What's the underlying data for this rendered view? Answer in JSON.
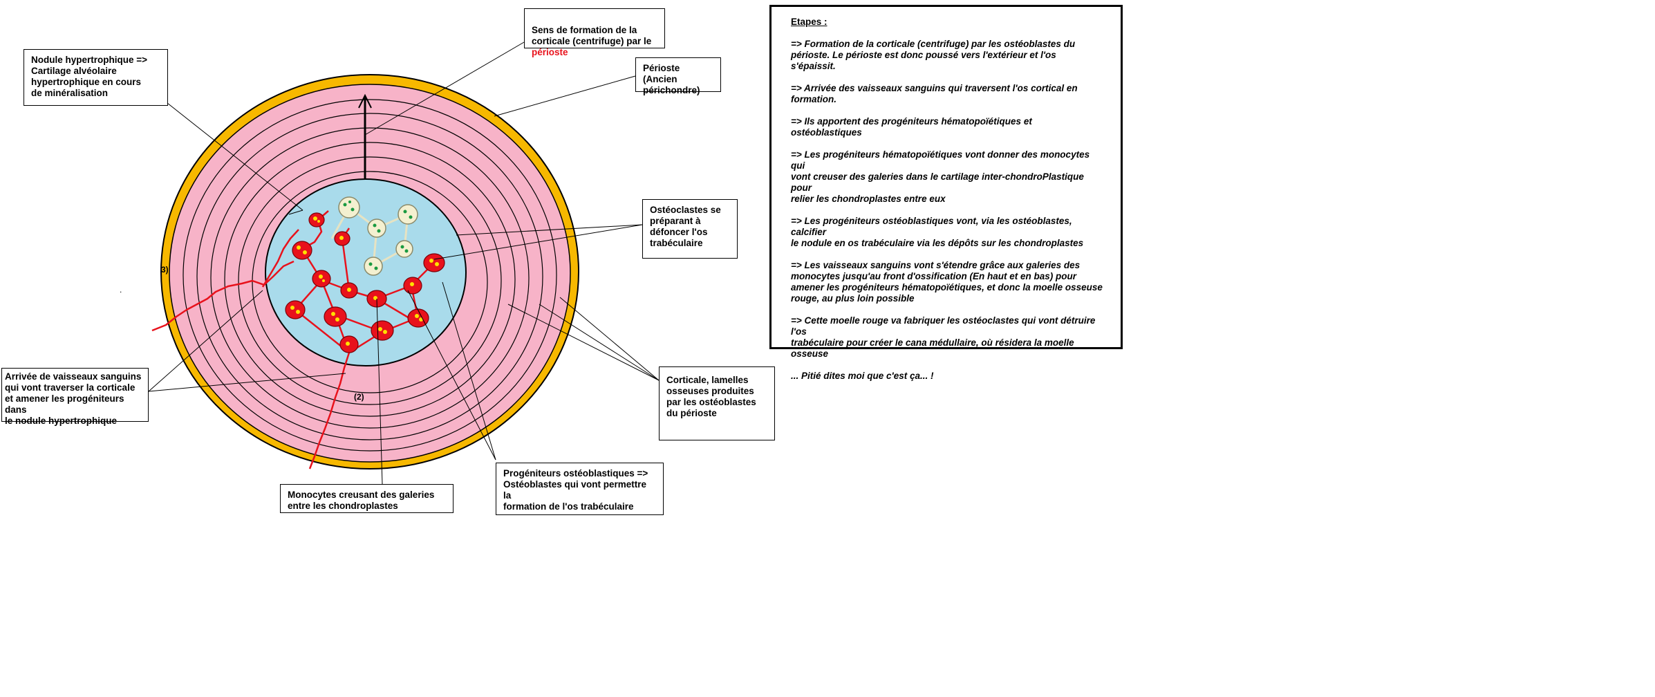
{
  "labels": {
    "nodule": "Nodule hypertrophique =>\nCartilage alvéolaire\nhypertrophique en cours\nde minéralisation",
    "formation_sense_prefix": "Sens de formation de la\ncorticale (centrifuge) par le\n",
    "formation_sense_highlight": "périoste",
    "periosteum": "Périoste (Ancien\npérichondre)",
    "osteoclasts": "Ostéoclastes se\npréparant à\ndéfoncer l'os\ntrabéculaire",
    "cortical": "Corticale, lamelles\nosseuses produites\npar les ostéoblastes\ndu périoste",
    "vessels": "Arrivée de vaisseaux sanguins\nqui vont traverser la corticale\net amener les progéniteurs dans\nle nodule hypertrophique",
    "monocytes": "Monocytes creusant des galeries\nentre les chondroplastes",
    "progenitors": "Progéniteurs ostéoblastiques =>\nOstéoblastes qui vont permettre la\nformation de l'os trabéculaire"
  },
  "markers": {
    "m2": "(2)",
    "m3": "3)",
    "dot": "."
  },
  "steps": {
    "title": "Etapes :",
    "items": [
      "=> Formation de la corticale (centrifuge) par les ostéoblastes du\npérioste. Le périoste est donc poussé vers l'extérieur et l'os s'épaissit.",
      "=> Arrivée des vaisseaux sanguins qui traversent l'os cortical en\nformation.",
      "=> Ils apportent des progéniteurs hématopoïétiques et ostéoblastiques",
      "=> Les progéniteurs hématopoïétiques vont donner des monocytes qui\nvont creuser des galeries dans le cartilage inter-chondroPlastique pour\nrelier les chondroplastes entre eux",
      "=> Les progéniteurs ostéoblastiques vont, via les ostéoblastes, calcifier\nle nodule en os trabéculaire via les dépôts sur  les chondroplastes",
      "=> Les vaisseaux sanguins vont s'étendre grâce aux galeries des\nmonocytes jusqu'au front d'ossification (En haut et en bas) pour\namener les progéniteurs hématopoïétiques, et donc la moelle osseuse\nrouge, au plus loin possible",
      " => Cette moelle rouge va fabriquer les ostéoclastes qui vont détruire l'os\ntrabéculaire pour créer le cana médullaire, où résidera la moelle osseuse",
      "... Pitié dites moi que c'est ça... !"
    ]
  },
  "colors": {
    "periosteum": "#f7b800",
    "cortical": "#f7b3c8",
    "nodule": "#a9dbeb",
    "vessel": "#e8121c",
    "osteoclast": "#f4f0d0",
    "highlight": "#e8121c"
  }
}
